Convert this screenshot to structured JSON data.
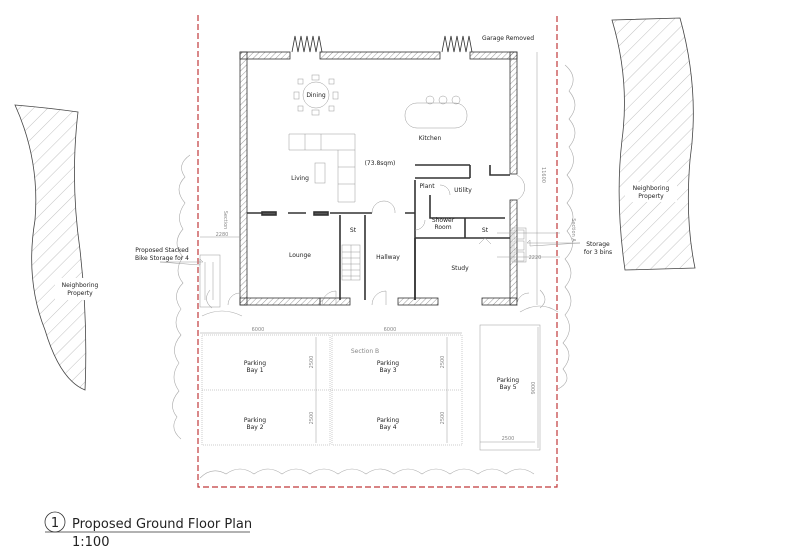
{
  "drawing": {
    "title_number": "1",
    "title": "Proposed Ground Floor Plan",
    "scale": "1:100",
    "boundary_color": "#c0393b"
  },
  "rooms": {
    "dining": "Dining",
    "kitchen": "Kitchen",
    "open_plan_area": "(73.8sqm)",
    "living": "Living",
    "plant": "Plant",
    "utility": "Utility",
    "shower_room_1": "Shower",
    "shower_room_2": "Room",
    "store_hall": "St",
    "store_study": "St",
    "lounge": "Lounge",
    "hallway": "Hallway",
    "study": "Study"
  },
  "annotations": {
    "garage_removed": "Garage Removed",
    "bike_storage_1": "Proposed Stacked",
    "bike_storage_2": "Bike Storage for 4",
    "bin_storage_1": "Storage",
    "bin_storage_2": "for 3 bins",
    "neighbor_left_1": "Neighboring",
    "neighbor_left_2": "Property",
    "neighbor_right_1": "Neighboring",
    "neighbor_right_2": "Property",
    "section_a": "Section A",
    "section_b": "Section B",
    "section_left": "Section"
  },
  "parking": {
    "bay1": [
      "Parking",
      "Bay 1"
    ],
    "bay2": [
      "Parking",
      "Bay 2"
    ],
    "bay3": [
      "Parking",
      "Bay 3"
    ],
    "bay4": [
      "Parking",
      "Bay 4"
    ],
    "bay5": [
      "Parking",
      "Bay 5"
    ]
  },
  "dimensions": {
    "bays_width_left": "6000",
    "bays_width_right": "6000",
    "bay_depth_1": "2500",
    "bay_depth_2": "2500",
    "bay_depth_3": "2500",
    "bay_depth_4": "2500",
    "bay5_length": "9000",
    "bay5_width": "2500",
    "house_depth": "11600",
    "left_offset": "2280",
    "right_offset": "2220"
  }
}
